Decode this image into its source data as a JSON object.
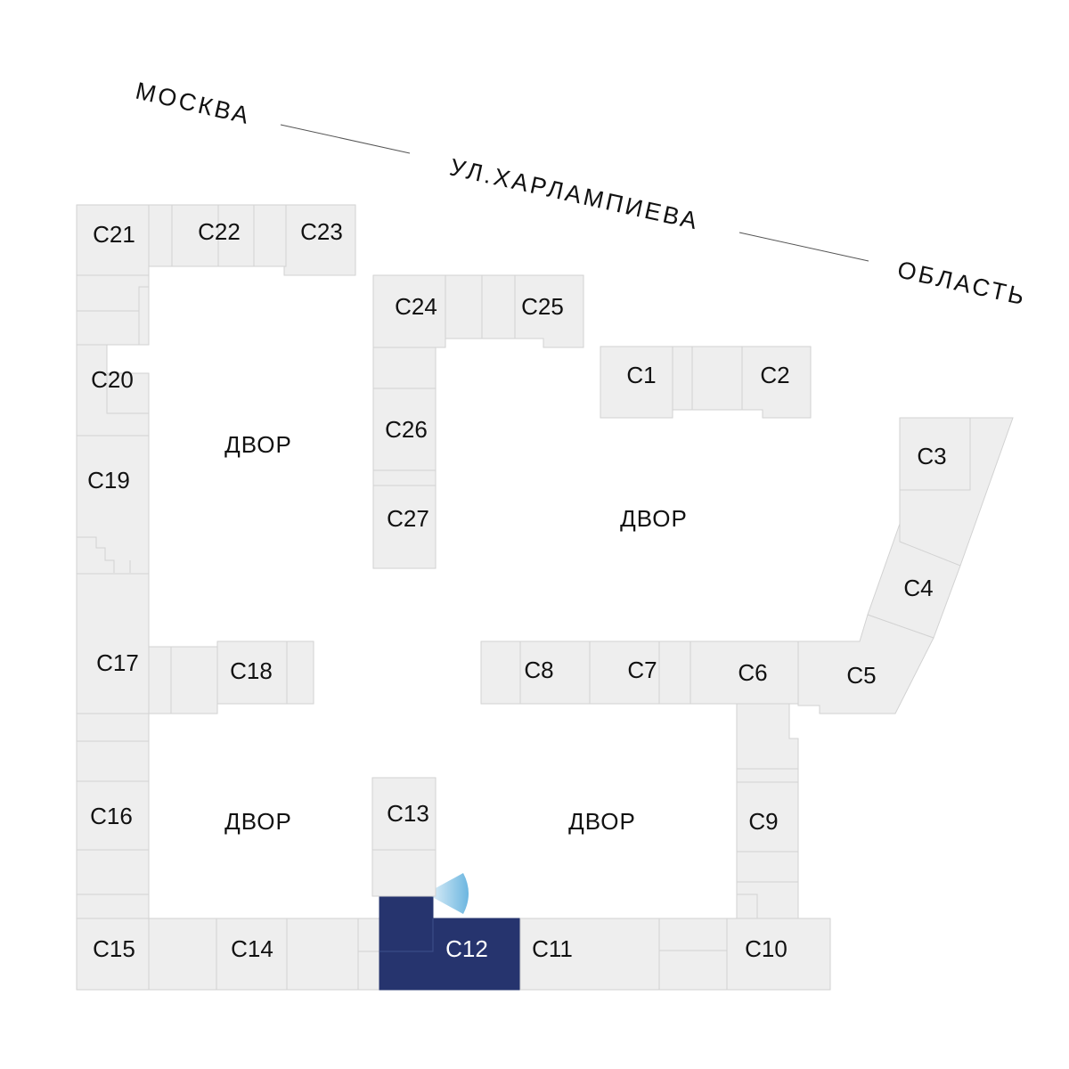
{
  "street": {
    "left": "МОСКВА",
    "center": "УЛ.ХАРЛАМПИЕВА",
    "right": "ОБЛАСТЬ"
  },
  "yards": [
    "ДВОР",
    "ДВОР",
    "ДВОР",
    "ДВОР"
  ],
  "selected_building": "С12",
  "buildings": {
    "c1": "С1",
    "c2": "С2",
    "c3": "С3",
    "c4": "С4",
    "c5": "С5",
    "c6": "С6",
    "c7": "С7",
    "c8": "С8",
    "c9": "С9",
    "c10": "С10",
    "c11": "С11",
    "c12": "С12",
    "c13": "С13",
    "c14": "С14",
    "c15": "С15",
    "c16": "С16",
    "c17": "С17",
    "c18": "С18",
    "c19": "С19",
    "c20": "С20",
    "c21": "С21",
    "c22": "С22",
    "c23": "С23",
    "c24": "С24",
    "c25": "С25",
    "c26": "С26",
    "c27": "С27"
  },
  "colors": {
    "building_fill": "#eeeeee",
    "building_stroke": "#d2d2d2",
    "selected_fill": "#26346e",
    "view_indicator": "#6cb6e0"
  },
  "icons": {
    "view_indicator": "view-cone-icon"
  }
}
